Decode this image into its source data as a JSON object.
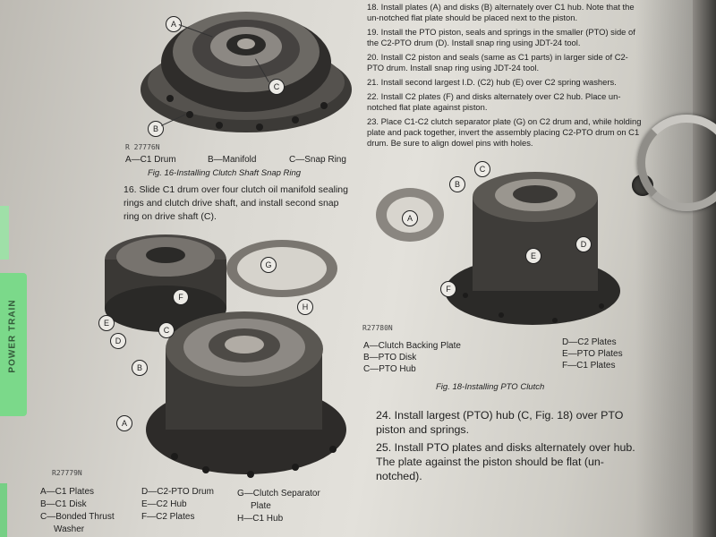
{
  "tab_label": "POWER TRAIN",
  "left": {
    "fig16": {
      "code": "R 27776N",
      "legend": [
        "A—C1 Drum",
        "B—Manifold",
        "C—Snap Ring"
      ],
      "caption": "Fig. 16-Installing Clutch Shaft Snap Ring",
      "callouts": [
        "A",
        "B",
        "C"
      ]
    },
    "step16": "16. Slide C1 drum over four clutch oil manifold sealing rings and clutch drive shaft, and install second snap ring on drive shaft (C).",
    "fig17": {
      "code": "R27779N",
      "callouts": [
        "F",
        "G",
        "E",
        "D",
        "C",
        "H",
        "B",
        "A"
      ],
      "legend_col1": [
        "A—C1 Plates",
        "B—C1 Disk",
        "C—Bonded Thrust",
        "Washer"
      ],
      "legend_col2": [
        "D—C2-PTO Drum",
        "E—C2 Hub",
        "F—C2 Plates"
      ],
      "legend_col3": [
        "G—Clutch Separator",
        "Plate",
        "H—C1 Hub"
      ]
    }
  },
  "right": {
    "steps": [
      "18. Install plates (A) and disks (B) alternately over C1 hub. Note that the un-notched flat plate should be placed next to the piston.",
      "19. Install the PTO piston, seals and springs in the smaller (PTO) side of the C2-PTO drum (D). Install snap ring using JDT-24 tool.",
      "20. Install C2 piston and seals (same as C1 parts) in larger side of C2-PTO drum. Install snap ring using JDT-24 tool.",
      "21. Install second largest I.D. (C2) hub (E) over C2 spring washers.",
      "22. Install C2 plates (F) and disks alternately over C2 hub. Place un-notched flat plate against piston.",
      "23. Place C1-C2 clutch separator plate (G) on C2 drum and, while holding plate and pack together, invert the assembly placing C2-PTO drum on C1 drum. Be sure to align dowel pins with holes."
    ],
    "fig18": {
      "code": "R27780N",
      "callouts": [
        "C",
        "B",
        "A",
        "E",
        "D",
        "F"
      ],
      "legend_left": [
        "A—Clutch Backing Plate",
        "B—PTO Disk",
        "C—PTO Hub"
      ],
      "legend_right": [
        "D—C2 Plates",
        "E—PTO Plates",
        "F—C1 Plates"
      ],
      "caption": "Fig. 18-Installing PTO Clutch"
    },
    "step24": "24. Install largest (PTO) hub (C, Fig. 18) over PTO piston and springs.",
    "step25": "25. Install PTO plates and disks alternately over hub. The plate against the piston should be flat (un-notched)."
  }
}
